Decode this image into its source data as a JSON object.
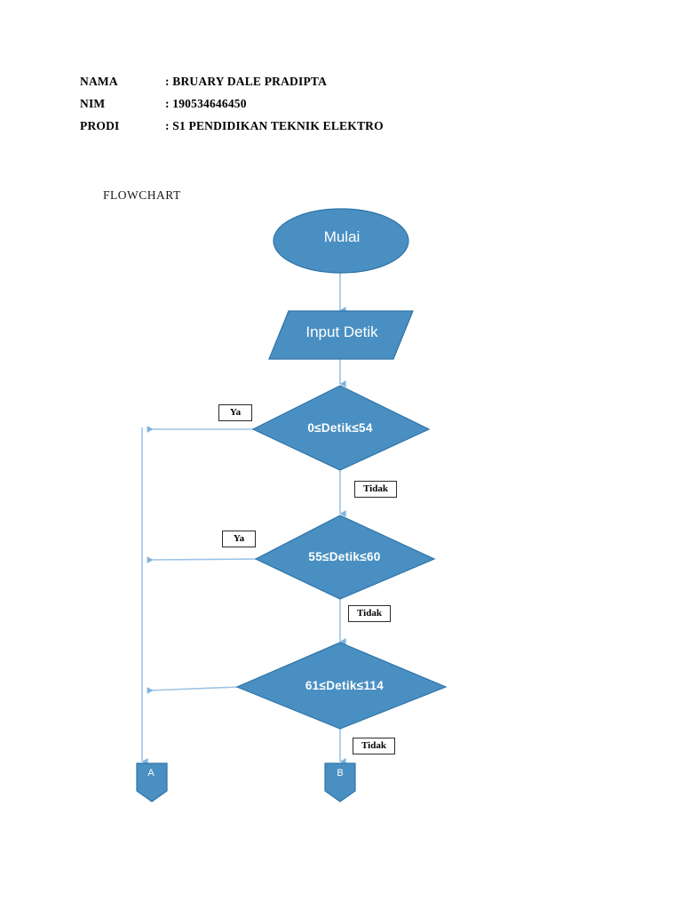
{
  "document": {
    "header_rows": [
      {
        "label": "NAMA",
        "value": ": BRUARY DALE PRADIPTA"
      },
      {
        "label": "NIM",
        "value": ": 190534646450"
      },
      {
        "label": "PRODI",
        "value": ": S1 PENDIDIKAN TEKNIK ELEKTRO"
      }
    ],
    "caption": "FLOWCHART"
  },
  "colors": {
    "shape_fill": "#4A8FC2",
    "shape_stroke": "#2E74A8",
    "connector_line": "#9DC3E6",
    "label_border": "#2B2B2B",
    "shape_text": "#FFFFFF",
    "page_background": "#FFFFFF"
  },
  "flowchart": {
    "nodes": [
      {
        "id": "start",
        "type": "terminator",
        "label": "Mulai"
      },
      {
        "id": "input",
        "type": "input-output",
        "label": "Input Detik"
      },
      {
        "id": "decision1",
        "type": "decision",
        "label": "0≤Detik≤54"
      },
      {
        "id": "decision2",
        "type": "decision",
        "label": "55≤Detik≤60"
      },
      {
        "id": "decision3",
        "type": "decision",
        "label": "61≤Detik≤114"
      },
      {
        "id": "connA",
        "type": "connector",
        "label": "A"
      },
      {
        "id": "connB",
        "type": "connector",
        "label": "B"
      }
    ],
    "edge_labels": {
      "ya1": "Ya",
      "tidak1": "Tidak",
      "ya2": "Ya",
      "tidak2": "Tidak",
      "tidak3": "Tidak"
    }
  }
}
